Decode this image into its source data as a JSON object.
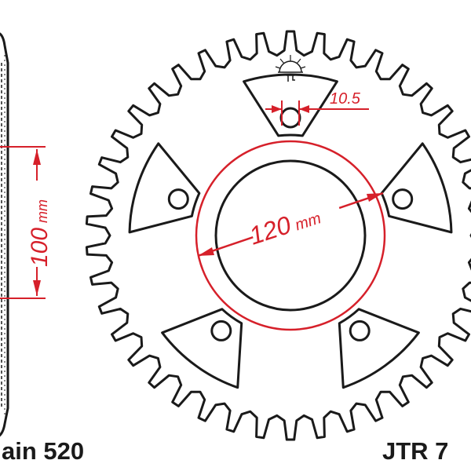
{
  "colors": {
    "outline": "#1a1a1a",
    "dimension": "#d6202a",
    "background": "#ffffff"
  },
  "dimensions": {
    "side_height_value": "100",
    "side_height_unit": "mm",
    "pcd_value": "120",
    "pcd_unit": "mm",
    "bolt_hole_value": "10.5"
  },
  "labels": {
    "chain": "ain 520",
    "part_number": "JTR 7"
  },
  "icons": {
    "logo": "sun-logo-icon"
  }
}
